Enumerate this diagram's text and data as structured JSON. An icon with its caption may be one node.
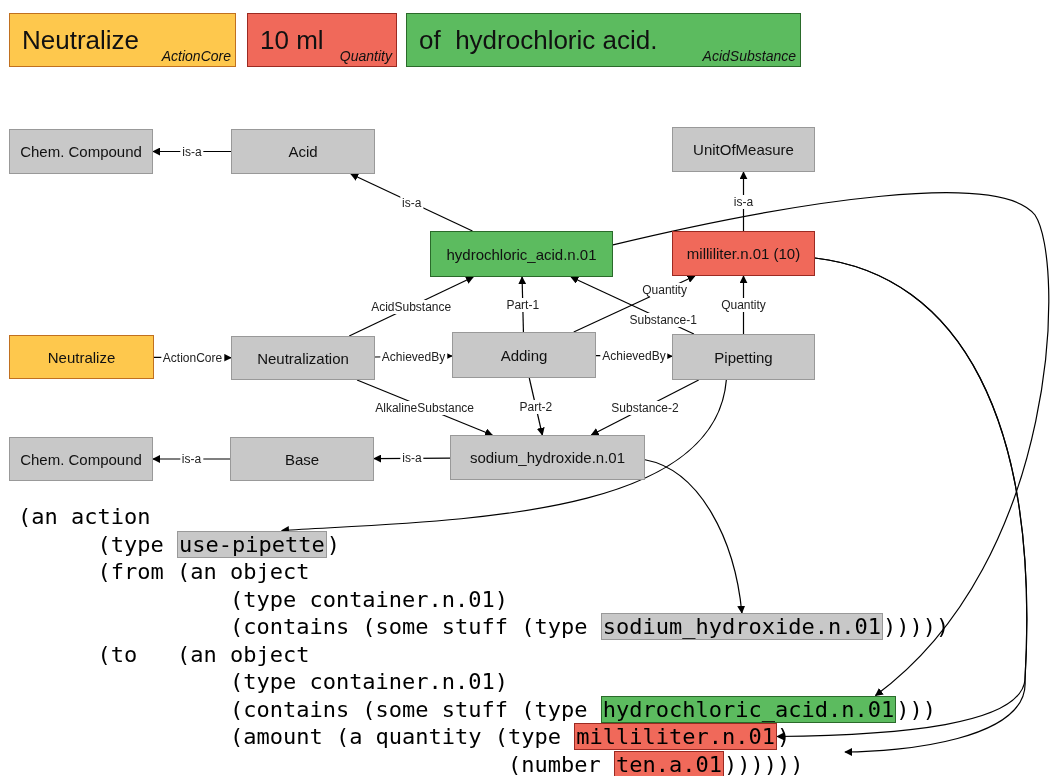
{
  "diagram": {
    "nodes": [
      {
        "text": [
          "Neutralize",
          "ActionCore"
        ]
      },
      {
        "text": [
          "10 ml",
          "Quantity"
        ]
      },
      {
        "text": [
          "of  hydrochloric acid.",
          "AcidSubstance"
        ]
      },
      {
        "text": [
          "Chem. Compound"
        ]
      },
      {
        "text": [
          "Acid"
        ]
      },
      {
        "text": [
          "UnitOfMeasure"
        ]
      },
      {
        "text": [
          "hydrochloric_acid.n.01"
        ]
      },
      {
        "text": [
          "milliliter.n.01 (10)"
        ]
      },
      {
        "text": [
          "Neutralize"
        ]
      },
      {
        "text": [
          "Neutralization"
        ]
      },
      {
        "text": [
          "Adding"
        ]
      },
      {
        "text": [
          "Pipetting"
        ]
      },
      {
        "text": [
          "Chem. Compound"
        ]
      },
      {
        "text": [
          "Base"
        ]
      },
      {
        "text": [
          "sodium_hydroxide.n.01"
        ]
      },
      {
        "text": [
          "use-pipette"
        ]
      },
      {
        "text": [
          "sodium_hydroxide.n.01"
        ]
      },
      {
        "text": [
          "hydrochloric_acid.n.01"
        ]
      },
      {
        "text": [
          "milliliter.n.01"
        ]
      },
      {
        "text": [
          "ten.a.01"
        ]
      }
    ],
    "edges": [
      {
        "from": 4,
        "to": 3,
        "arrow": "to",
        "label": "is-a"
      },
      {
        "from": 6,
        "to": 4,
        "arrow": "to",
        "label": "is-a"
      },
      {
        "from": 7,
        "to": 5,
        "arrow": "to",
        "label": "is-a"
      },
      {
        "from": 8,
        "to": 9,
        "arrow": "to",
        "label": "ActionCore"
      },
      {
        "from": 9,
        "to": 6,
        "arrow": "to",
        "label": "AcidSubstance"
      },
      {
        "from": 9,
        "to": 10,
        "arrow": "to",
        "label": "AchievedBy"
      },
      {
        "from": 9,
        "to": 14,
        "arrow": "to",
        "label": "AlkalineSubstance"
      },
      {
        "from": 10,
        "to": 6,
        "arrow": "to",
        "label": "Part-1"
      },
      {
        "from": 10,
        "to": 7,
        "arrow": "to",
        "label": "Quantity"
      },
      {
        "from": 10,
        "to": 11,
        "arrow": "to",
        "label": "AchievedBy"
      },
      {
        "from": 10,
        "to": 14,
        "arrow": "to",
        "label": "Part-2"
      },
      {
        "from": 11,
        "to": 6,
        "arrow": "to",
        "label": "Substance-1"
      },
      {
        "from": 11,
        "to": 7,
        "arrow": "to",
        "label": "Quantity"
      },
      {
        "from": 11,
        "to": 14,
        "arrow": "to",
        "label": "Substance-2"
      },
      {
        "from": 14,
        "to": 13,
        "arrow": "to",
        "label": "is-a"
      },
      {
        "from": 13,
        "to": 12,
        "arrow": "to",
        "label": "is-a"
      },
      {
        "from": 11,
        "to": 15,
        "arrow": "to"
      },
      {
        "from": 14,
        "to": 16,
        "arrow": "to"
      },
      {
        "from": 6,
        "to": 17,
        "arrow": "to"
      },
      {
        "from": 7,
        "to": 18,
        "arrow": "to"
      },
      {
        "from": 7,
        "to": null,
        "arrow": "to"
      }
    ],
    "labels": [
      "(an action",
      "(type",
      ")",
      "(from (an object",
      "(type container.n.01)",
      "(contains (some stuff (type",
      ")))))",
      "(to   (an object",
      "(type container.n.01)",
      "(contains (some stuff (type",
      ")))",
      "(amount (a quantity (type",
      ")",
      "(number",
      "))))))"
    ]
  }
}
